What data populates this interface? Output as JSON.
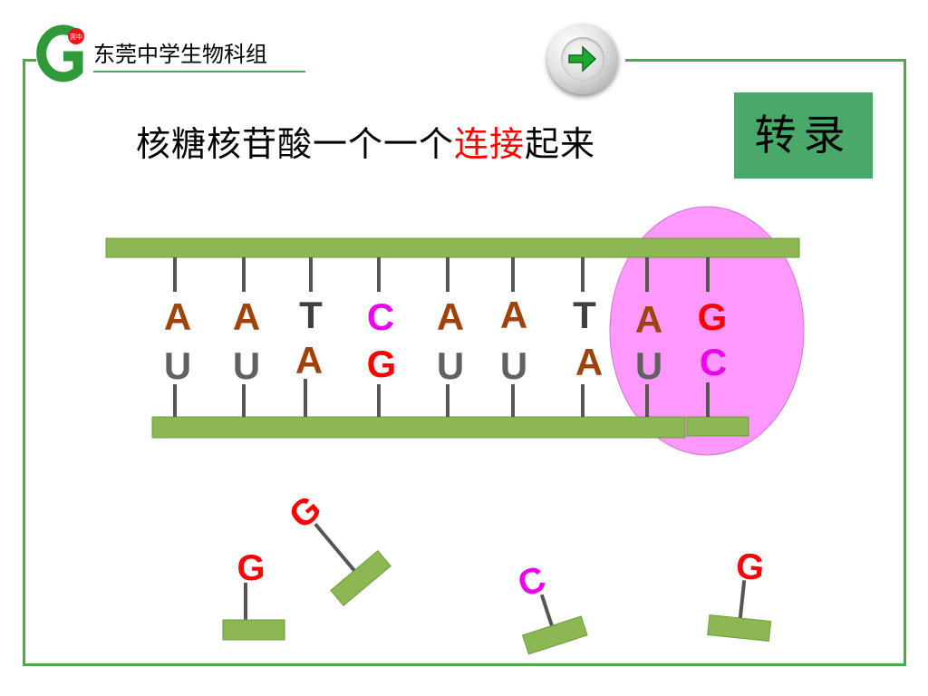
{
  "header": {
    "org_name": "东莞中学生物科组",
    "logo_text": "莞中"
  },
  "slide": {
    "title_before": "核糖核苷酸一个一个",
    "title_highlight": "连接",
    "title_after": "起来"
  },
  "transcription_button": {
    "label": "转录"
  },
  "nav": {
    "next_icon": "arrow-right-icon"
  },
  "colors": {
    "border": "#4aa84f",
    "strand": "#8cb854",
    "strand_outline": "#6f9a3d",
    "rung": "#555555",
    "A": "#a0420c",
    "T": "#404040",
    "U": "#606060",
    "C": "#ee00ee",
    "G": "#ff0000",
    "polymerase": "#ff99ff",
    "title_highlight": "#ff0000",
    "button": "#4aa86a"
  },
  "diagram": {
    "dna_bases": [
      "A",
      "A",
      "T",
      "C",
      "A",
      "A",
      "T",
      "A",
      "G"
    ],
    "rna_bases": [
      "U",
      "U",
      "A",
      "G",
      "U",
      "U",
      "A",
      "U",
      "C"
    ],
    "free_nucleotides": [
      "G",
      "G",
      "C",
      "G"
    ]
  }
}
